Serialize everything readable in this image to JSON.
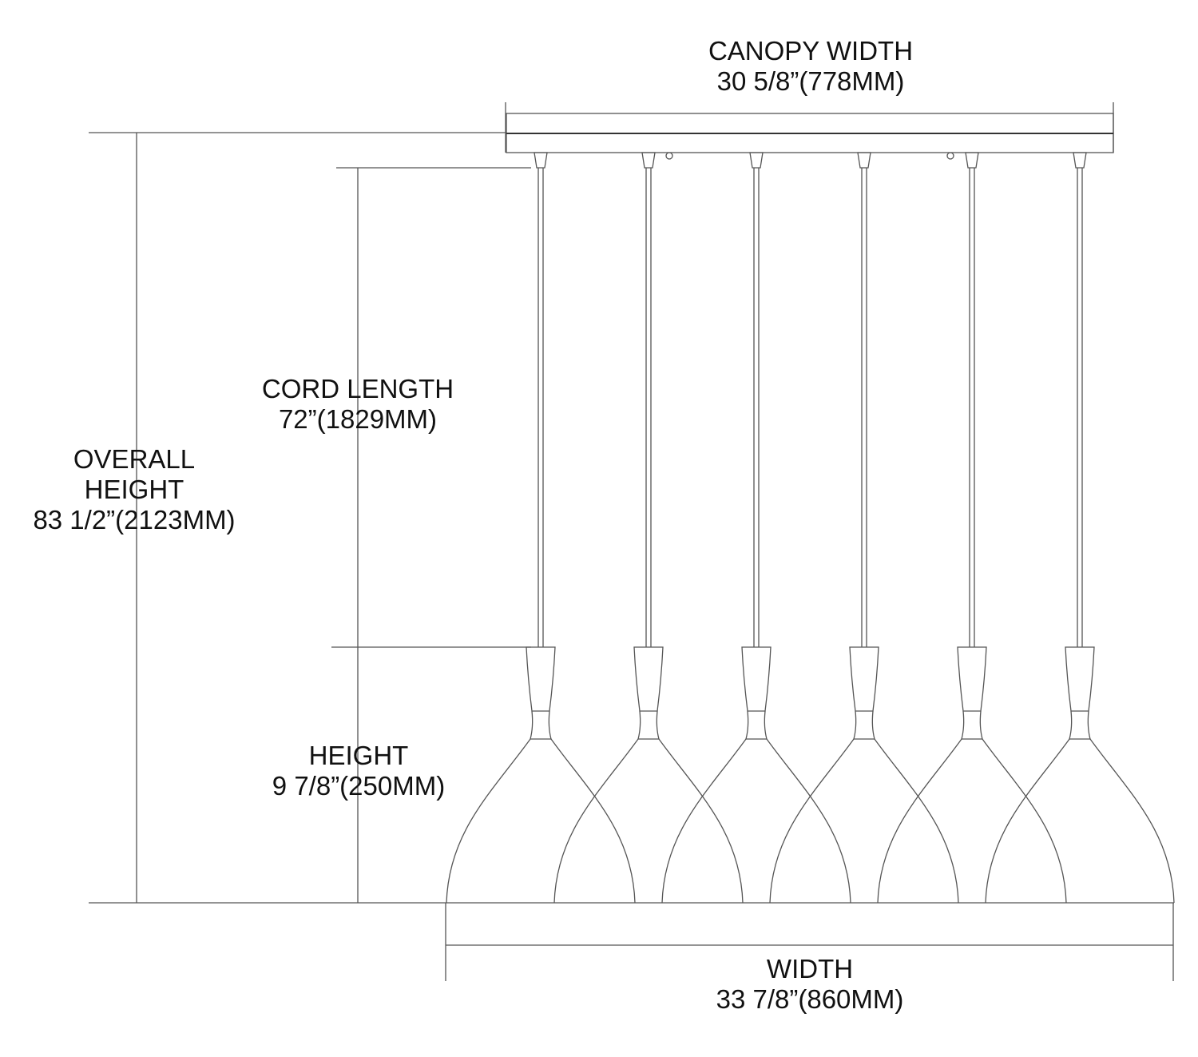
{
  "canopy_width": {
    "title": "CANOPY WIDTH",
    "value": "30 5/8”(778MM)"
  },
  "cord_length": {
    "title": "CORD LENGTH",
    "value": "72”(1829MM)"
  },
  "overall_height": {
    "title_line1": "OVERALL",
    "title_line2": "HEIGHT",
    "value": "83 1/2”(2123MM)"
  },
  "height": {
    "title": "HEIGHT",
    "value": "9 7/8”(250MM)"
  },
  "width": {
    "title": "WIDTH",
    "value": "33 7/8”(860MM)"
  },
  "pendant_count": 6,
  "line_color": "#555555"
}
